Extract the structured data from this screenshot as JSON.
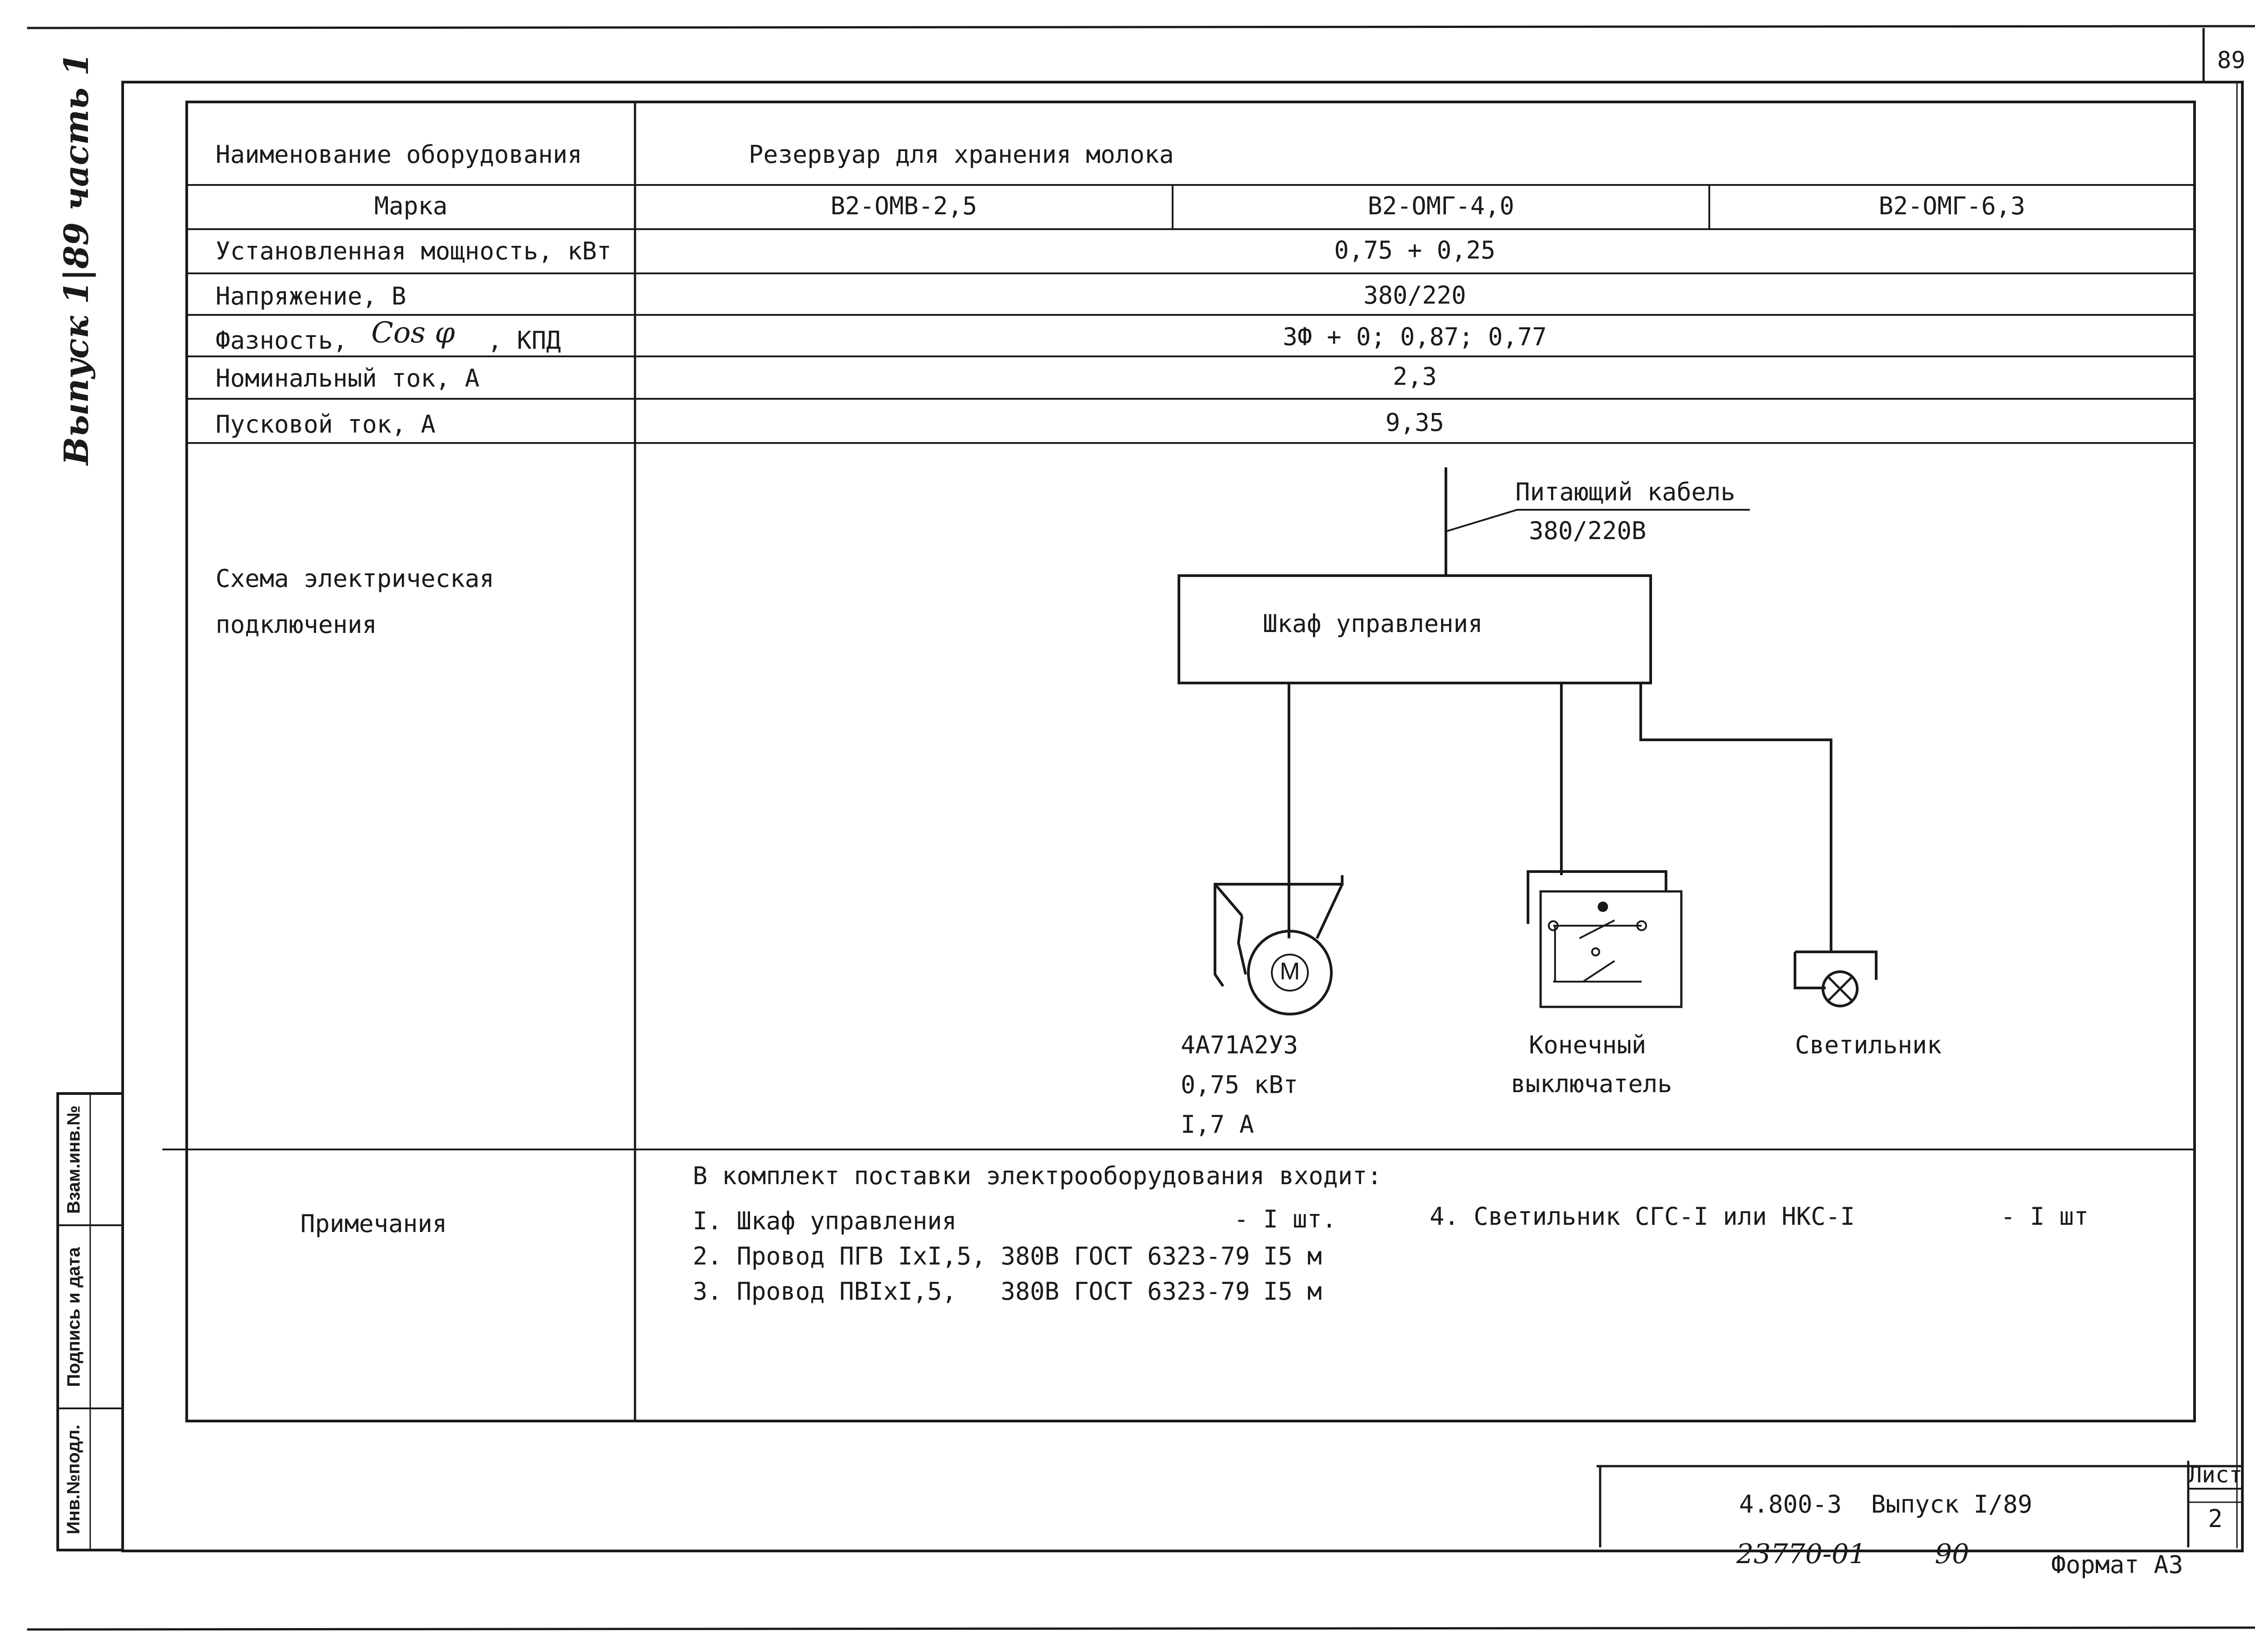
{
  "page_number": "89",
  "side_note": "Выпуск 1|89 часть 1",
  "table": {
    "col_header_label": "Наименование оборудования",
    "equipment_name": "Резервуар для хранения молока",
    "brand_label": "Марка",
    "brands": [
      "В2-ОМВ-2,5",
      "В2-ОМГ-4,0",
      "В2-ОМГ-6,3"
    ],
    "rows": [
      {
        "label": "Установленная мощность, кВт",
        "value": "0,75 + 0,25"
      },
      {
        "label": "Напряжение, В",
        "value": "380/220"
      },
      {
        "label_prefix": "Фазность,",
        "label_hand": "Cos φ",
        "label_suffix": ", КПД",
        "value": "3Ф + 0; 0,87; 0,77"
      },
      {
        "label": "Номинальный ток, А",
        "value": "2,3"
      },
      {
        "label": "Пусковой ток, А",
        "value": "9,35"
      }
    ],
    "scheme_label_line1": "Схема электрическая",
    "scheme_label_line2": "подключения",
    "notes_label": "Примечания"
  },
  "scheme": {
    "supply_cable": "Питающий кабель",
    "supply_voltage": "380/220В",
    "control_cabinet": "Шкаф управления",
    "motor_symbol": "M",
    "motor_type": "4А71А2У3",
    "motor_power": "0,75 кВт",
    "motor_current": "I,7 А",
    "limit_switch_line1": "Конечный",
    "limit_switch_line2": "выключатель",
    "lamp": "Светильник"
  },
  "notes": {
    "intro": "В комплект поставки электрооборудования входит:",
    "items": [
      {
        "text": "I. Шкаф управления",
        "qty": "- I шт."
      },
      {
        "text": "2. Провод ПГВ IхI,5, 380В ГОСТ 6323-79",
        "qty": "- I5 м"
      },
      {
        "text": "3. Провод ПВIхI,5,   380В ГОСТ 6323-79",
        "qty": "- I5 м"
      },
      {
        "text": "4. Светильник СГС-I или НКС-I",
        "qty": "- I шт"
      }
    ]
  },
  "stamp_labels": [
    "Инв.№подл.",
    "Подпись и дата",
    "Взам.инв.№"
  ],
  "title_block": {
    "designation": "4.800-3  Выпуск I/89",
    "sheet_label": "Лист",
    "sheet_number": "2",
    "handwritten_left": "23770-01",
    "handwritten_right": "90",
    "format": "Формат А3"
  }
}
